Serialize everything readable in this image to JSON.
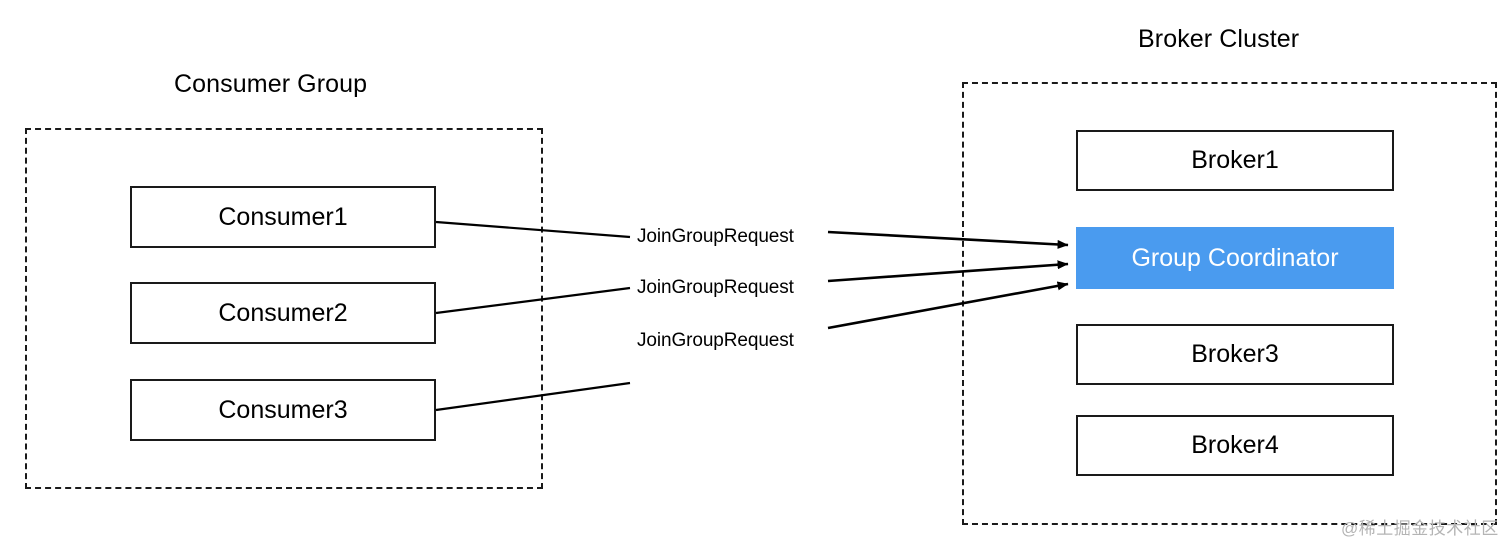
{
  "diagram": {
    "title_consumer_group": "Consumer Group",
    "title_broker_cluster": "Broker Cluster",
    "consumers": [
      {
        "label": "Consumer1"
      },
      {
        "label": "Consumer2"
      },
      {
        "label": "Consumer3"
      }
    ],
    "brokers": [
      {
        "label": "Broker1",
        "highlight": false
      },
      {
        "label": "Group Coordinator",
        "highlight": true
      },
      {
        "label": "Broker3",
        "highlight": false
      },
      {
        "label": "Broker4",
        "highlight": false
      }
    ],
    "edge_labels": [
      {
        "text": "JoinGroupRequest"
      },
      {
        "text": "JoinGroupRequest"
      },
      {
        "text": "JoinGroupRequest"
      }
    ],
    "colors": {
      "highlight_fill": "#4a9bef",
      "highlight_text": "#ffffff",
      "stroke": "#1a1a1a",
      "text": "#000000",
      "watermark": "#b4b4b4",
      "background": "#ffffff"
    },
    "watermark": "@稀土掘金技术社区"
  }
}
